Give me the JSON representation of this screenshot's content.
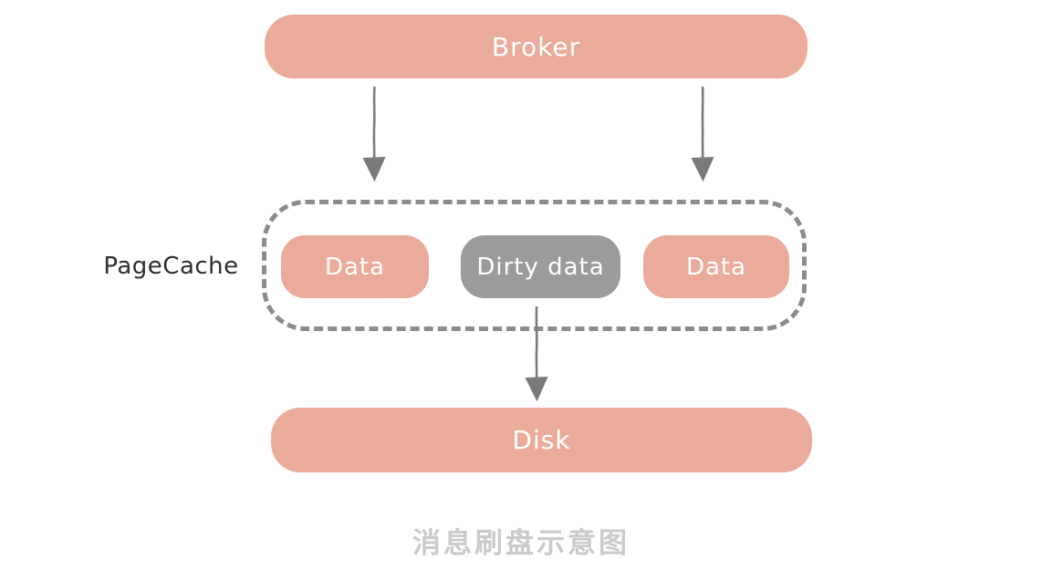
{
  "diagram": {
    "broker": {
      "label": "Broker"
    },
    "pagecache": {
      "label": "PageCache",
      "items": [
        {
          "label": "Data",
          "type": "data"
        },
        {
          "label": "Dirty data",
          "type": "dirty"
        },
        {
          "label": "Data",
          "type": "data"
        }
      ]
    },
    "disk": {
      "label": "Disk"
    },
    "arrows": [
      {
        "name": "broker-to-pagecache-left",
        "direction": "down"
      },
      {
        "name": "broker-to-pagecache-right",
        "direction": "down"
      },
      {
        "name": "dirty-data-to-disk",
        "direction": "down"
      }
    ],
    "caption": "消息刷盘示意图",
    "colors": {
      "node_fill": "#EBAB9B",
      "dirty_fill": "#9B9B9B",
      "dashed_border": "#8C8C8C",
      "arrow": "#7A7A7A",
      "label_text": "#2E2E2E",
      "caption_text": "#CBCBCB",
      "node_text": "#FFFFFF"
    }
  }
}
